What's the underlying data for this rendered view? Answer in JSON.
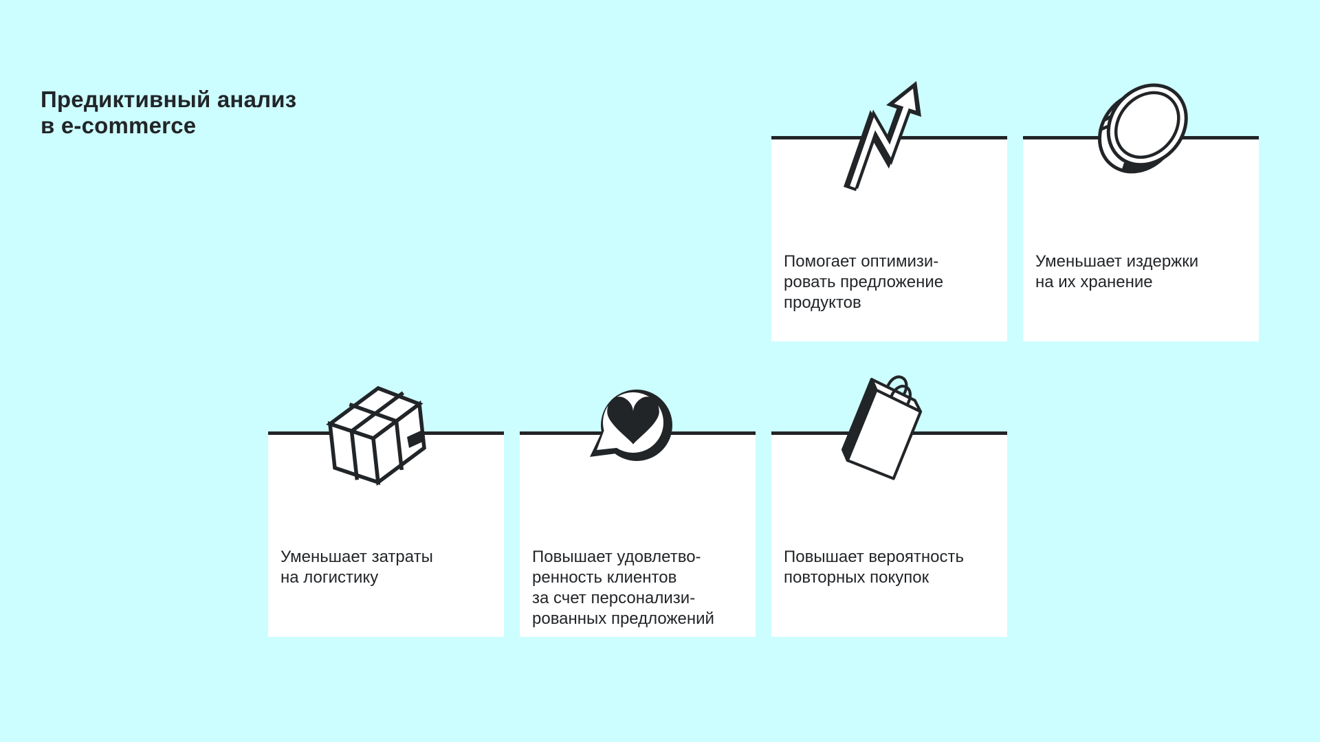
{
  "meta": {
    "title": "Предиктивный анализ в e-commerce"
  },
  "colors": {
    "background": "#CCFEFF",
    "card": "#FFFFFF",
    "ink": "#222528"
  },
  "title": {
    "text": "Предиктивный анализ\nв e-commerce"
  },
  "cards": [
    {
      "icon": "growth-arrow-icon",
      "text": "Помогает оптимизи-\nровать предложение\nпродуктов"
    },
    {
      "icon": "coin-icon",
      "text": "Уменьшает издержки\nна их хранение"
    },
    {
      "icon": "package-box-icon",
      "text": "Уменьшает затраты\nна логистику"
    },
    {
      "icon": "heart-chat-icon",
      "text": "Повышает удовлетво-\nренность клиентов\nза счет персонализи-\nрованных предложений"
    },
    {
      "icon": "shopping-bag-icon",
      "text": "Повышает вероятность\nповторных покупок"
    }
  ]
}
